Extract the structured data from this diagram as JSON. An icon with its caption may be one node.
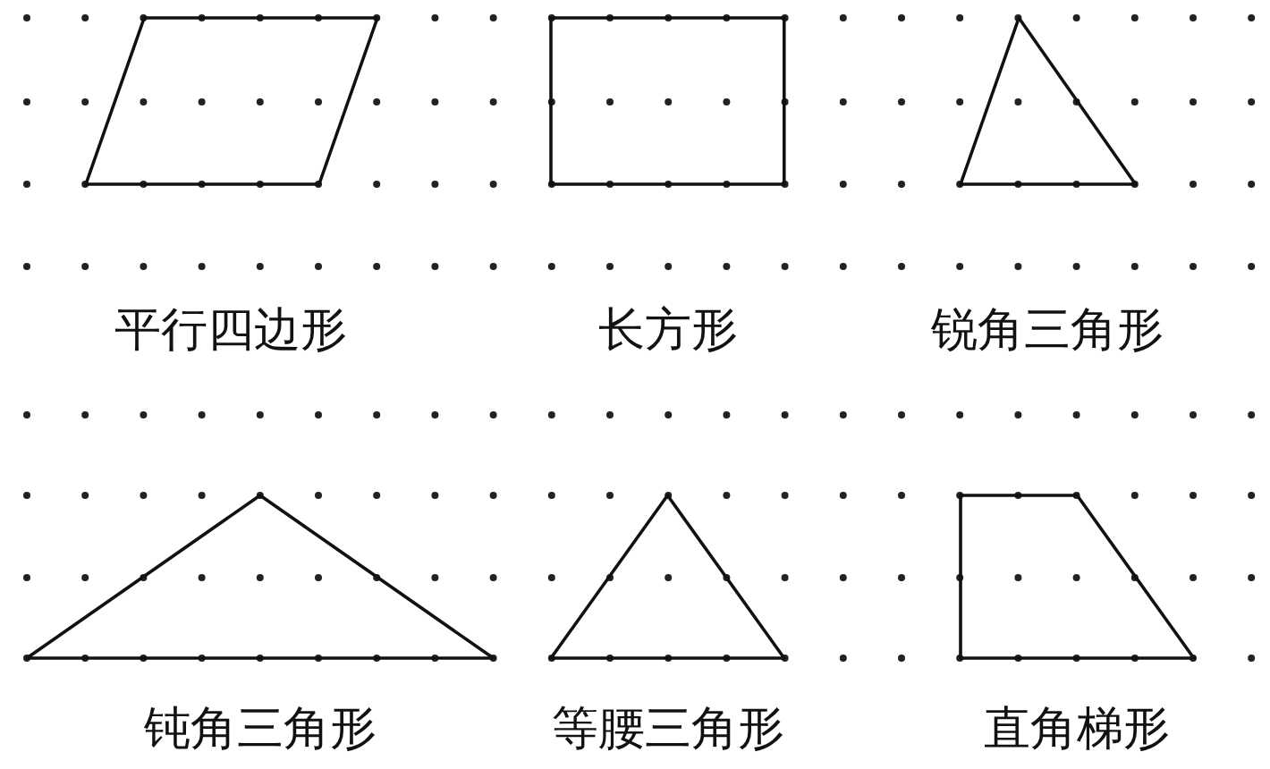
{
  "diagram": {
    "nodes": [
      {
        "text": [
          "平行四边形"
        ]
      },
      {
        "text": [
          "长方形"
        ]
      },
      {
        "text": [
          "锐角三角形"
        ]
      },
      {
        "text": [
          "钝角三角形"
        ]
      },
      {
        "text": [
          "等腰三角形"
        ]
      },
      {
        "text": [
          "直角梯形"
        ]
      }
    ]
  }
}
